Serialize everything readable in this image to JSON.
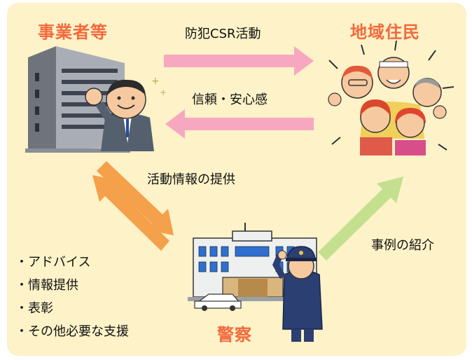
{
  "nodes": {
    "business": "事業者等",
    "residents": "地域住民",
    "police": "警察"
  },
  "arrows": {
    "csr": "防犯CSR活動",
    "trust": "信頼・安心感",
    "info": "活動情報の提供",
    "cases": "事例の紹介"
  },
  "support_items": [
    "アドバイス",
    "情報提供",
    "表彰",
    "その他必要な支援"
  ],
  "colors": {
    "background": "#fdf2c8",
    "heading": "#f26a3d",
    "pink_arrow": "#f7a8c0",
    "orange_arrow": "#f5a04a",
    "green_arrow": "#c4e08e"
  }
}
